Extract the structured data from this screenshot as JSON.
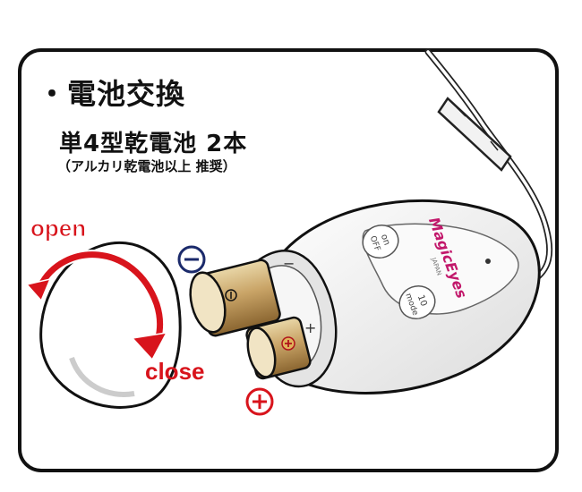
{
  "heading": {
    "bullet": "・",
    "title": "電池交換"
  },
  "battery": {
    "spec": "単4型乾電池  2本",
    "note": "（アルカリ乾電池以上  推奨）"
  },
  "labels": {
    "open": "open",
    "close": "close"
  },
  "polarity": {
    "minus": "−",
    "plus": "+"
  },
  "device": {
    "brand": "MagicEyes",
    "brand_sub": "JAPAN",
    "button_1_top": "on",
    "button_1_bottom": "OFF",
    "button_2_top": "10",
    "button_2_bottom": "mode"
  },
  "colors": {
    "accent_red": "#d8141c",
    "navy": "#1b2a6b",
    "brand_pink": "#c2186b",
    "battery_gold": "#b08a4e"
  }
}
